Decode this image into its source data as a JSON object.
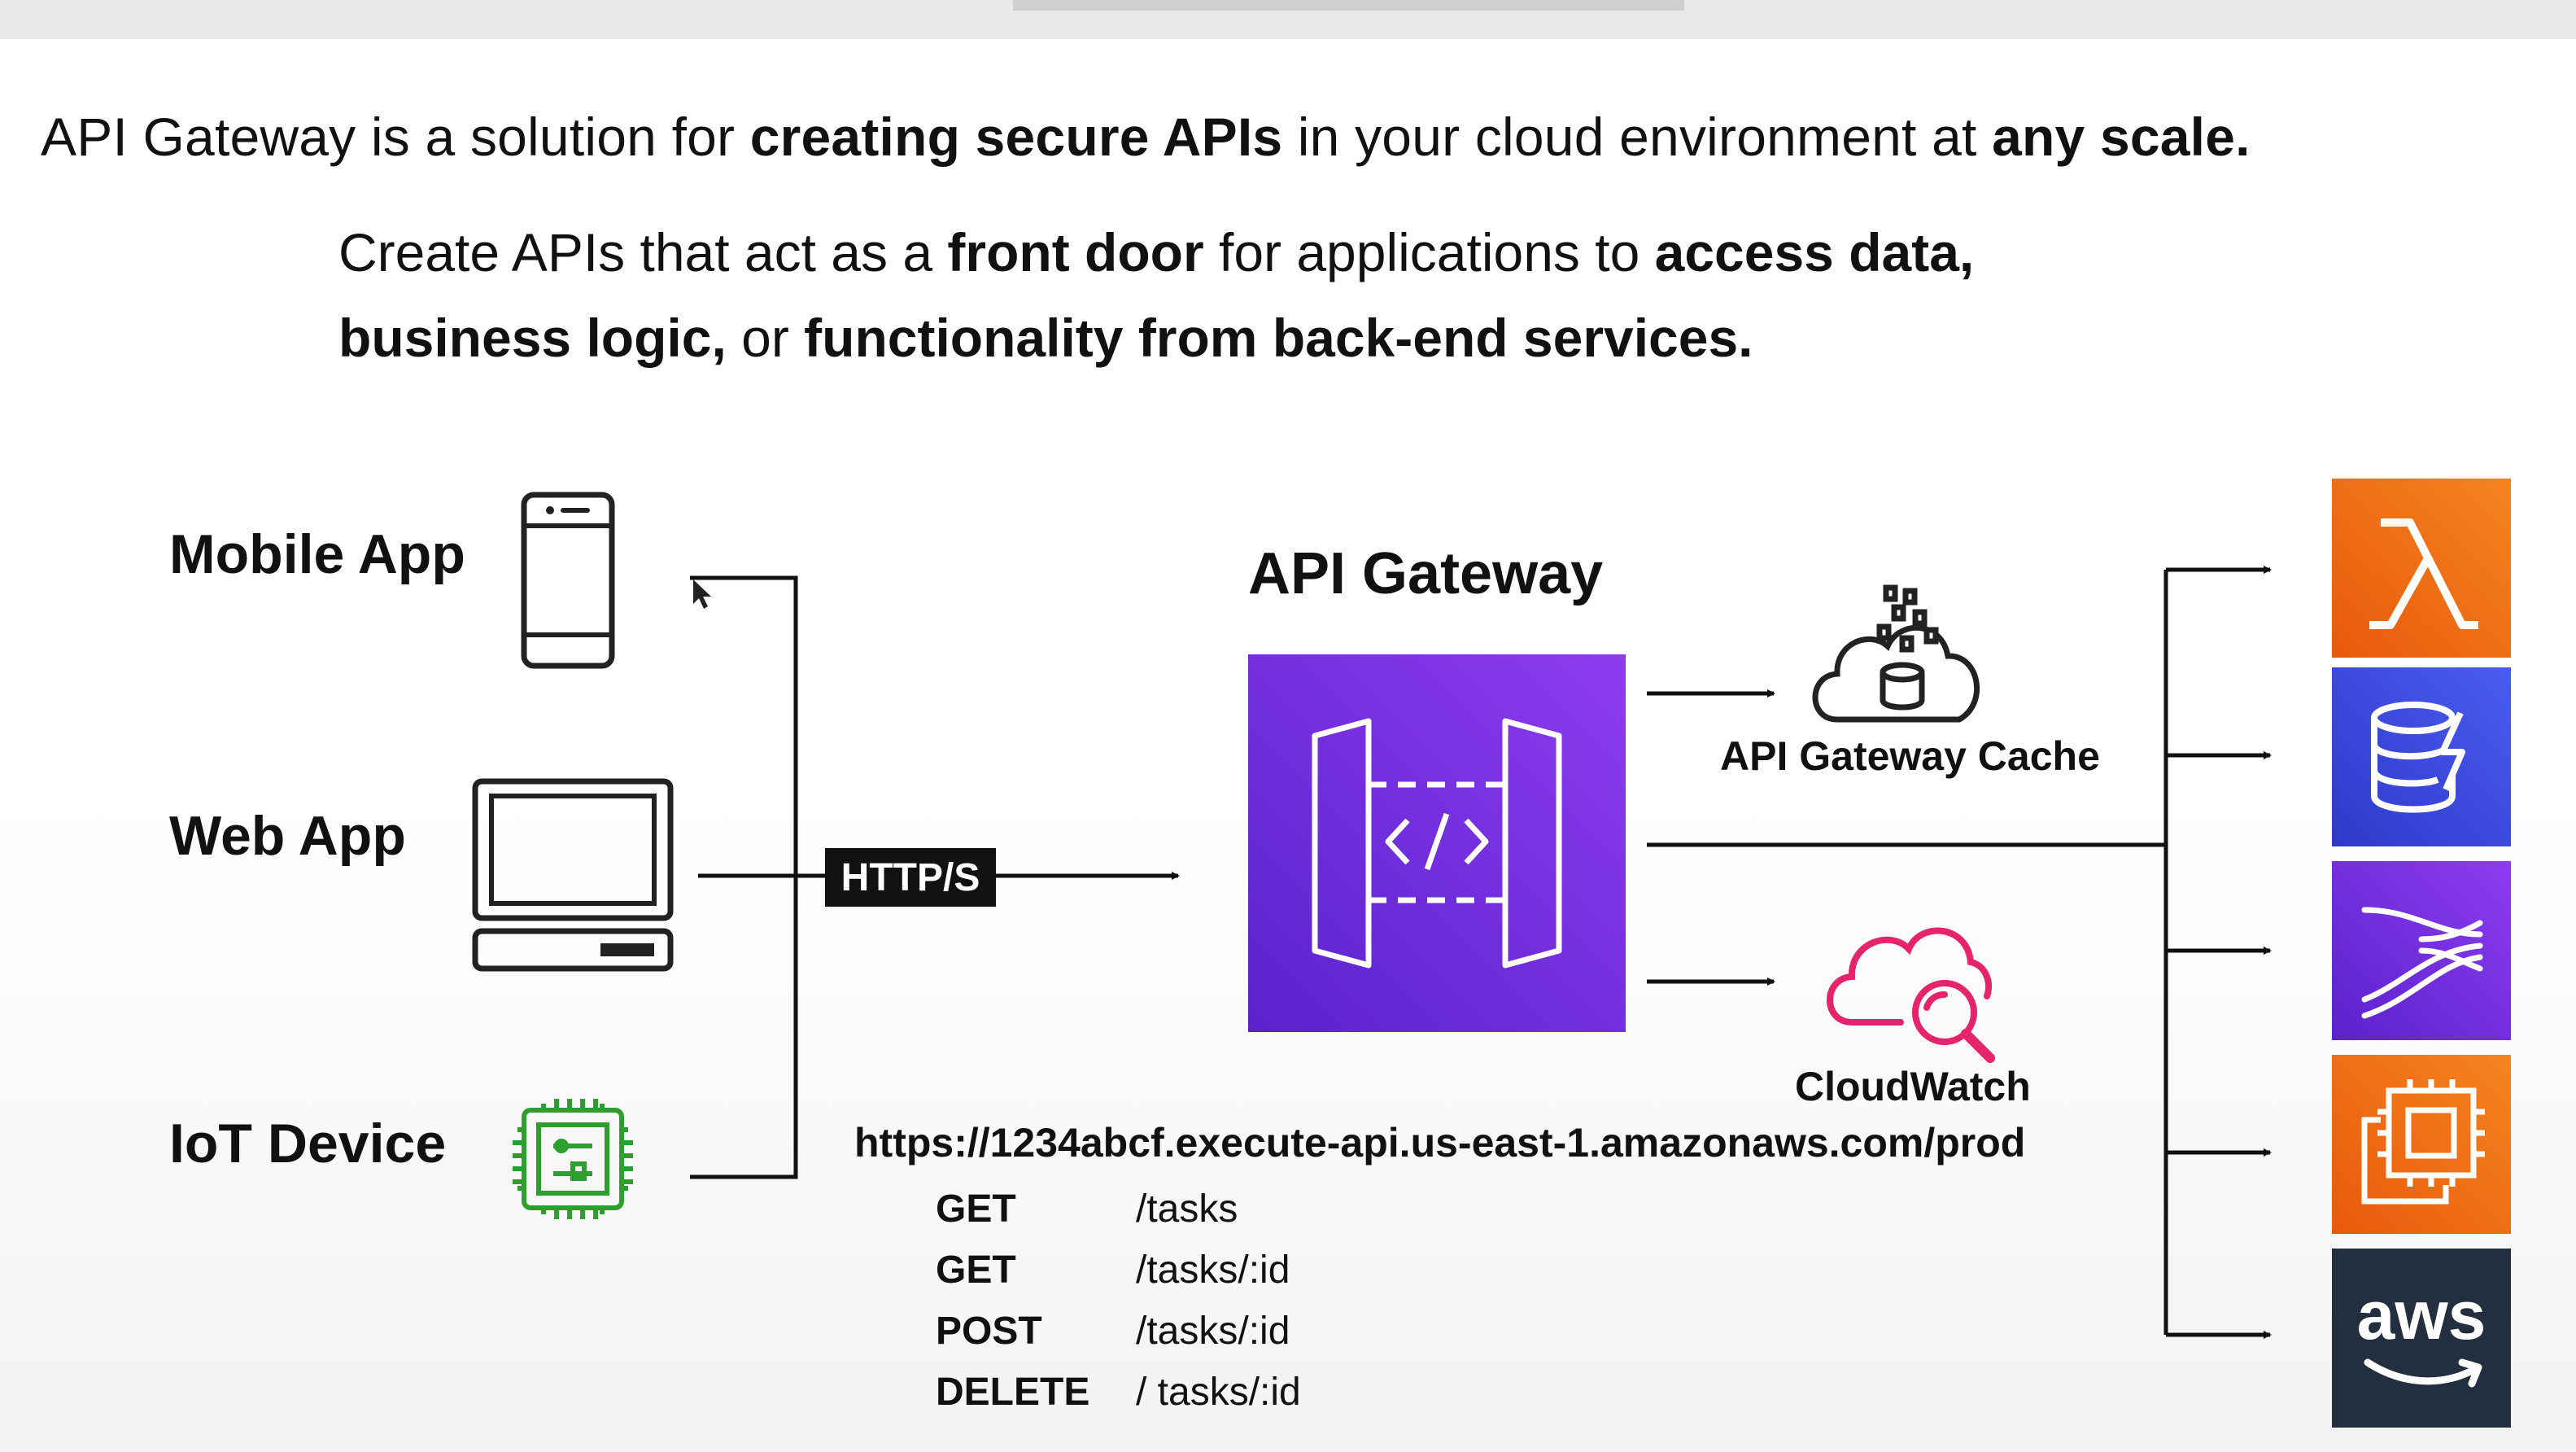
{
  "headline": {
    "part1": "API Gateway is a solution for ",
    "bold1": "creating secure APIs",
    "part2": " in your cloud environment at ",
    "bold2": "any scale."
  },
  "subtitle": {
    "part1": "Create APIs that act as a ",
    "bold1": "front door",
    "part2": " for applications to ",
    "bold2": "access data,",
    "bold3": "business logic,",
    "part3": " or ",
    "bold4": "functionality from back-end services."
  },
  "clients": {
    "mobile": "Mobile App",
    "web": "Web App",
    "iot": "IoT Device"
  },
  "protocol": "HTTP/S",
  "gateway": {
    "title": "API Gateway"
  },
  "services": {
    "cache": "API Gateway Cache",
    "cloudwatch": "CloudWatch"
  },
  "endpoint": {
    "url": "https://1234abcf.execute-api.us-east-1.amazonaws.com/prod",
    "routes": [
      {
        "method": "GET",
        "path": "/tasks"
      },
      {
        "method": "GET",
        "path": "/tasks/:id"
      },
      {
        "method": "POST",
        "path": "/tasks/:id"
      },
      {
        "method": "DELETE",
        "path": "/ tasks/:id"
      }
    ]
  },
  "backends": {
    "aws_logo": "aws"
  },
  "icons": {
    "mobile": "mobile-phone-icon",
    "web": "desktop-computer-icon",
    "iot": "iot-chip-icon",
    "gateway": "api-gateway-icon",
    "cache": "cache-cloud-icon",
    "cloudwatch": "cloudwatch-icon",
    "lambda": "lambda-icon",
    "dynamodb": "dynamodb-icon",
    "kinesis": "kinesis-icon",
    "ec2": "ec2-icon",
    "aws": "aws-logo-icon"
  },
  "colors": {
    "gateway_purple": "#7b31e6",
    "lambda_orange": "#f0730e",
    "dynamodb_blue": "#3d4ee6",
    "kinesis_purple": "#7b31e6",
    "ec2_orange": "#f0730e",
    "aws_dark": "#232f3e",
    "iot_green": "#2e9e2e",
    "cloudwatch_pink": "#e5246b"
  }
}
